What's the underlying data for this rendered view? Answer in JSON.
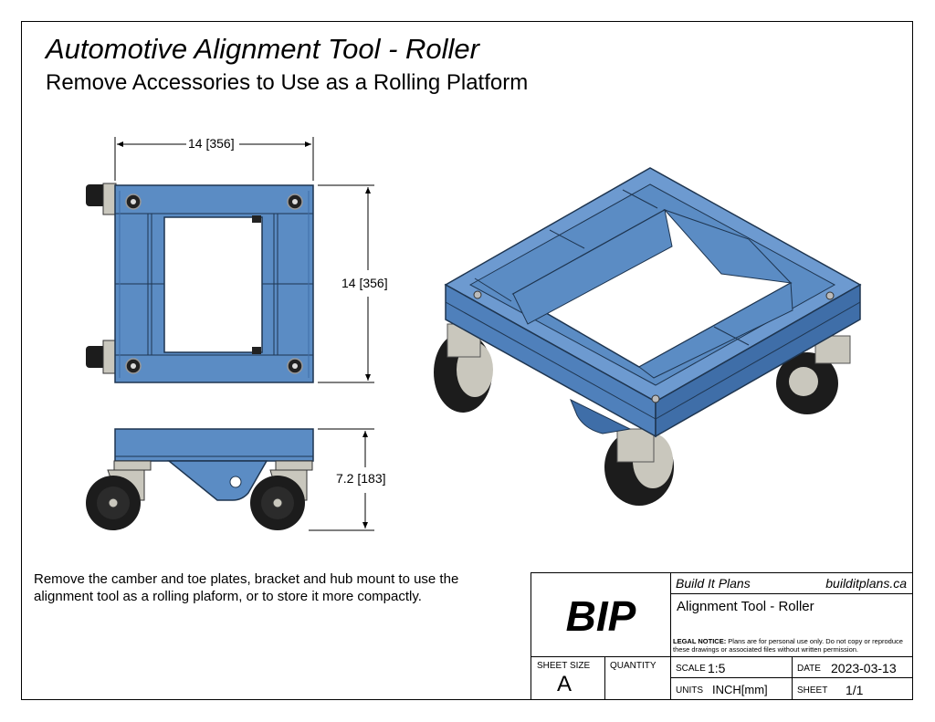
{
  "sheet": {
    "title": "Automotive Alignment Tool - Roller",
    "subtitle": "Remove Accessories to Use as a Rolling Platform",
    "note": "Remove the camber and toe plates, bracket and hub mount to use the alignment tool as a rolling plaform, or to store it more compactly."
  },
  "dimensions": {
    "width": "14 [356]",
    "depth": "14 [356]",
    "height": "7.2 [183]"
  },
  "title_block": {
    "logo": "BIP",
    "company": "Build It Plans",
    "website": "builditplans.ca",
    "drawing_name": "Alignment Tool - Roller",
    "legal_label": "LEGAL NOTICE:",
    "legal_text": " Plans are for personal use only. Do not copy or reproduce these drawings or associated files without written permission.",
    "sheet_size_label": "SHEET SIZE",
    "sheet_size": "A",
    "quantity_label": "QUANTITY",
    "quantity": "",
    "scale_label": "SCALE",
    "scale": "1:5",
    "date_label": "DATE",
    "date": "2023-03-13",
    "units_label": "UNITS",
    "units": "INCH[mm]",
    "sheet_label": "SHEET",
    "sheet_no": "1/1"
  },
  "colors": {
    "frame_blue": "#5b8cc4",
    "frame_blue_dark": "#3f6ea8",
    "caster_grey": "#c9c7bd",
    "wheel_black": "#1c1c1c"
  }
}
